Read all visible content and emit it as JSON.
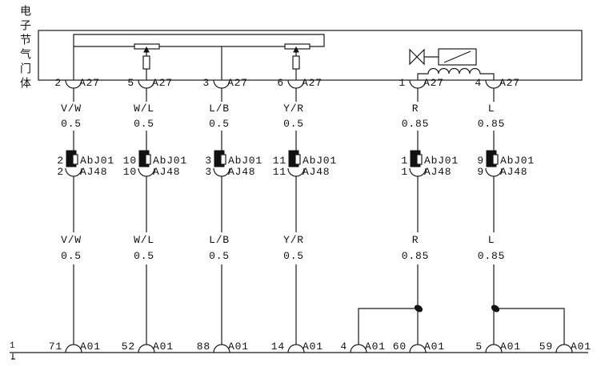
{
  "title": "电子节气门体",
  "page_mark": "1",
  "circuits": [
    {
      "top_pin": "2",
      "top_connector": "A27",
      "upper_color": "V/W",
      "upper_size": "0.5",
      "inline_pin_a": "2",
      "inline_connector_a": "AbJ01",
      "inline_pin_b": "2",
      "inline_connector_b": "AJ48",
      "lower_color": "V/W",
      "lower_size": "0.5",
      "bottom_pin": "71",
      "bottom_connector": "A01"
    },
    {
      "top_pin": "5",
      "top_connector": "A27",
      "upper_color": "W/L",
      "upper_size": "0.5",
      "inline_pin_a": "10",
      "inline_connector_a": "AbJ01",
      "inline_pin_b": "10",
      "inline_connector_b": "AJ48",
      "lower_color": "W/L",
      "lower_size": "0.5",
      "bottom_pin": "52",
      "bottom_connector": "A01"
    },
    {
      "top_pin": "3",
      "top_connector": "A27",
      "upper_color": "L/B",
      "upper_size": "0.5",
      "inline_pin_a": "3",
      "inline_connector_a": "AbJ01",
      "inline_pin_b": "3",
      "inline_connector_b": "AJ48",
      "lower_color": "L/B",
      "lower_size": "0.5",
      "bottom_pin": "88",
      "bottom_connector": "A01"
    },
    {
      "top_pin": "6",
      "top_connector": "A27",
      "upper_color": "Y/R",
      "upper_size": "0.5",
      "inline_pin_a": "11",
      "inline_connector_a": "AbJ01",
      "inline_pin_b": "11",
      "inline_connector_b": "AJ48",
      "lower_color": "Y/R",
      "lower_size": "0.5",
      "bottom_pin": "14",
      "bottom_connector": "A01"
    },
    {
      "top_pin": "1",
      "top_connector": "A27",
      "upper_color": "R",
      "upper_size": "0.85",
      "inline_pin_a": "1",
      "inline_connector_a": "AbJ01",
      "inline_pin_b": "1",
      "inline_connector_b": "AJ48",
      "lower_color": "R",
      "lower_size": "0.85",
      "bottom_pin": "60",
      "bottom_connector": "A01"
    },
    {
      "top_pin": "4",
      "top_connector": "A27",
      "upper_color": "L",
      "upper_size": "0.85",
      "inline_pin_a": "9",
      "inline_connector_a": "AbJ01",
      "inline_pin_b": "9",
      "inline_connector_b": "AJ48",
      "lower_color": "L",
      "lower_size": "0.85",
      "bottom_pin": "5",
      "bottom_connector": "A01"
    }
  ],
  "splice_branches": [
    {
      "pin": "4",
      "connector": "A01"
    },
    {
      "pin": "59",
      "connector": "A01"
    }
  ]
}
